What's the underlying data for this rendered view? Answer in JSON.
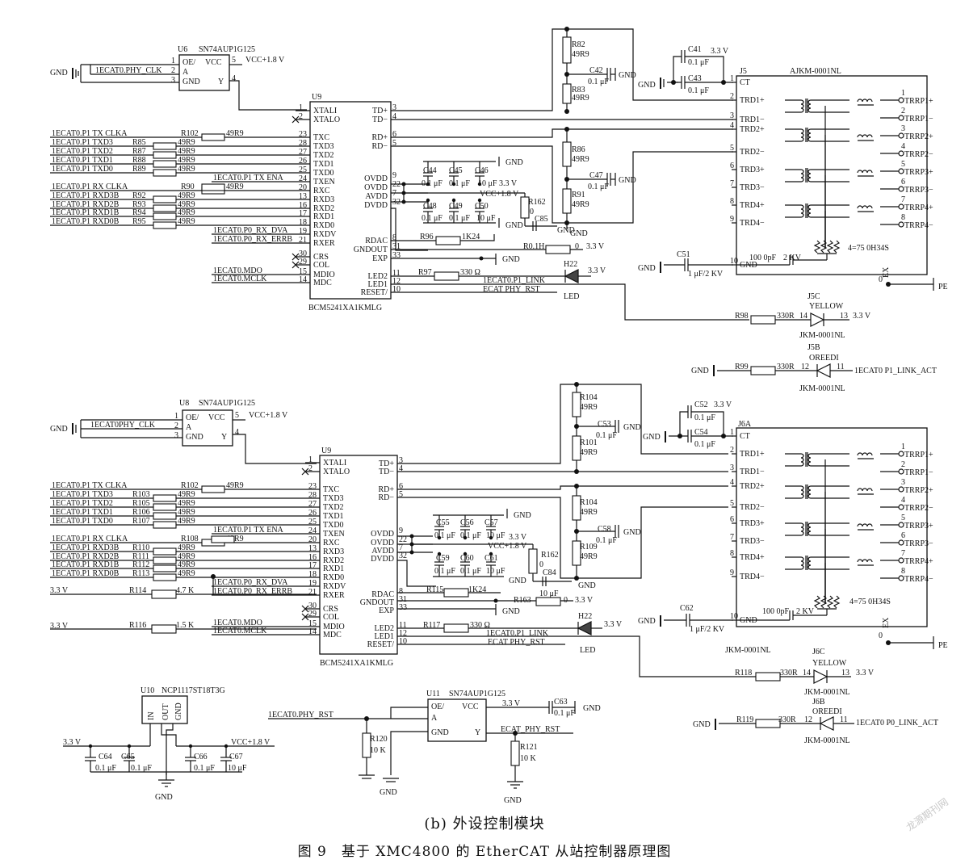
{
  "captions": {
    "sub": "(b) 外设控制模块",
    "figure": "图 9　基于 XMC4800 的 EtherCAT 从站控制器原理图",
    "watermark": "龙源期刊网"
  },
  "top": {
    "u6": {
      "ref": "U6",
      "part": "SN74AUP1G125",
      "left_pins": [
        "OE/",
        "A",
        "GND"
      ],
      "right_pins": [
        "VCC",
        "Y"
      ],
      "pin_nums": [
        "1",
        "2",
        "3",
        "5",
        "4"
      ],
      "net_in": "1ECAT0.PHY_CLK",
      "vcc": "VCC+1.8 V",
      "gnd": "GND"
    },
    "u9": {
      "ref": "U9",
      "part": "BCM5241XA1KMLG",
      "left_pins": [
        "XTALI",
        "XTALO",
        "TXC",
        "TXD3",
        "TXD2",
        "TXD1",
        "TXD0",
        "TXEN",
        "RXC",
        "RXD3",
        "RXD2",
        "RXD1",
        "RXD0",
        "RXDV",
        "RXER",
        "CRS",
        "COL",
        "MDIO",
        "MDC"
      ],
      "left_nums": [
        "1",
        "2",
        "23",
        "28",
        "27",
        "26",
        "25",
        "24",
        "20",
        "13",
        "16",
        "17",
        "18",
        "19",
        "21",
        "30",
        "29",
        "15",
        "14"
      ],
      "right_pins": [
        "TD+",
        "TD−",
        "RD+",
        "RD−",
        "OVDD",
        "OVDD",
        "AVDD",
        "DVDD",
        "RDAC",
        "GNDOUT",
        "EXP",
        "LED2",
        "LED1",
        "RESET/"
      ],
      "right_nums": [
        "3",
        "4",
        "6",
        "5",
        "9",
        "22",
        "7",
        "32",
        "8",
        "31",
        "33",
        "11",
        "12",
        "10"
      ]
    },
    "nets_left": [
      "1ECAT0.P1 TX CLKA",
      "1ECAT0.P1 TXD3",
      "1ECAT0.P1 TXD2",
      "1ECAT0.P1 TXD1",
      "1ECAT0.P1 TXD0",
      "1ECAT0.P1 TX ENA",
      "1ECAT0.P1 RX CLKA",
      "1ECAT0.P1 RXD3B",
      "1ECAT0.P1 RXD2B",
      "1ECAT0.P1 RXD1B",
      "1ECAT0.P1 RXD0B",
      "1ECAT0.P0_RX_DVA",
      "1ECAT0.P0_RX_ERRB",
      "1ECAT0.MDO",
      "1ECAT0.MCLK"
    ],
    "resistors": [
      "R102",
      "R85",
      "R87",
      "R88",
      "R89",
      "R90",
      "R92",
      "R93",
      "R94",
      "R95"
    ],
    "res_value": "49R9",
    "mag": {
      "ref": "J5",
      "part": "AJKM-0001NL",
      "left": [
        "CT",
        "TRD1+",
        "TRD1−",
        "TRD2+",
        "TRD2−",
        "TRD3+",
        "TRD3−",
        "TRD4+",
        "TRD4−",
        "GND"
      ],
      "left_nums": [
        "1",
        "2",
        "3",
        "4",
        "5",
        "6",
        "7",
        "8",
        "9",
        "10"
      ],
      "right": [
        "TRRP1+",
        "TRRP1−",
        "TRRP2+",
        "TRRP2−",
        "TRRP3+",
        "TRRP3−",
        "TRRP4+",
        "TRRP4−"
      ],
      "right_nums": [
        "1",
        "2",
        "3",
        "4",
        "5",
        "6",
        "7",
        "8"
      ],
      "rnet": "4=75 0H34S",
      "cap": "100 0pF",
      "kv": "2 KV",
      "ex": "EX",
      "zero": "0",
      "pe": "PE"
    },
    "caps": {
      "c41": "C41",
      "c41v": "0.1 μF",
      "c43": "C43",
      "c43v": "0.1 μF",
      "v33": "3.3 V",
      "c42": "C42",
      "c42v": "0.1 μF",
      "c47": "C47",
      "c47v": "0.1 μF",
      "c44": "C44",
      "c45": "C45",
      "c46": "C46",
      "c48": "C48",
      "c49": "C49",
      "c50": "C50",
      "v01": "0.1 μF",
      "v10": "10 μF",
      "c85": "C85",
      "c51": "C51",
      "c51v": "1 μF/2 KV"
    },
    "misc": {
      "r82": "R82",
      "r83": "R83",
      "r86": "R86",
      "r91": "R91",
      "r4999": "49R9",
      "r162": "R162",
      "r162v": "0",
      "r96": "R96",
      "r96v": "1K24",
      "r0": "R0.1H",
      "r0v": "0",
      "r97": "R97",
      "r97v": "330 Ω",
      "h22": "H22",
      "led": "LED",
      "net_link": "1ECAT0.P1_LINK",
      "net_rst": "ECAT PHY_RST",
      "vcc18": "VCC+1.8 V",
      "gnd": "GND",
      "v33": "3.3 V"
    },
    "led_c": {
      "ref": "J5C",
      "color": "YELLOW",
      "r": "R98",
      "rv": "330R",
      "p1": "14",
      "p2": "13",
      "v": "3.3 V",
      "part": "JKM-0001NL"
    },
    "led_b": {
      "ref": "J5B",
      "color": "OREEDI",
      "r": "R99",
      "rv": "330R",
      "p1": "12",
      "p2": "11",
      "net": "1ECAT0 P1_LINK_ACT",
      "part": "JKM-0001NL"
    }
  },
  "bottom": {
    "u8": {
      "ref": "U8",
      "part": "SN74AUP1G125",
      "net_in": "1ECAT0PHY_CLK"
    },
    "u9": {
      "ref": "U9",
      "part": "BCM5241XA1KMLG"
    },
    "resistors": [
      "R102",
      "R103",
      "R105",
      "R106",
      "R107",
      "R108",
      "R110",
      "R111",
      "R112",
      "R113"
    ],
    "r114": "R114",
    "r114v": "4.7 K",
    "r116": "R116",
    "r116v": "1.5 K",
    "mag": {
      "ref": "J6A",
      "part": "JKM-0001NL"
    },
    "caps": {
      "c52": "C52",
      "c53": "C53",
      "c54": "C54",
      "c55": "C55",
      "c56": "C56",
      "c57": "C57",
      "c58": "C58",
      "c59": "C59",
      "c60": "C60",
      "c61": "C61",
      "c84": "C84",
      "c62": "C62"
    },
    "misc": {
      "r104": "R104",
      "r101": "R101",
      "r104b": "R104",
      "r109": "R109",
      "r162": "R162",
      "r115": "R115",
      "r115v": "1K24",
      "r163": "R163",
      "r117": "R117",
      "r117v": "330 Ω",
      "h22": "H22",
      "net_link": "1ECAT0.P1_LINK",
      "net_rst": "ECAT PHY_RST"
    },
    "led_c": {
      "ref": "J6C",
      "color": "YELLOW",
      "r": "R118",
      "rv": "330R",
      "part": "JKM-0001NL"
    },
    "led_b": {
      "ref": "J6B",
      "color": "OREEDI",
      "r": "R119",
      "rv": "330R",
      "net": "1ECAT0 P0_LINK_ACT",
      "part": "JKM-0001NL"
    },
    "u10": {
      "ref": "U10",
      "part": "NCP1117ST18T3G",
      "pins": [
        "IN",
        "OUT",
        "GND"
      ],
      "v_in": "3.3 V",
      "v_out": "VCC+1.8 V",
      "c64": "C64",
      "c65": "C65",
      "c66": "C66",
      "c67": "C67"
    },
    "u11": {
      "ref": "U11",
      "part": "SN74AUP1G125",
      "net_in": "1ECAT0.PHY_RST",
      "net_out": "ECAT_PHY_RST",
      "r120": "R120",
      "r120v": "10 K",
      "r121": "R121",
      "r121v": "10 K",
      "c63": "C63"
    }
  }
}
